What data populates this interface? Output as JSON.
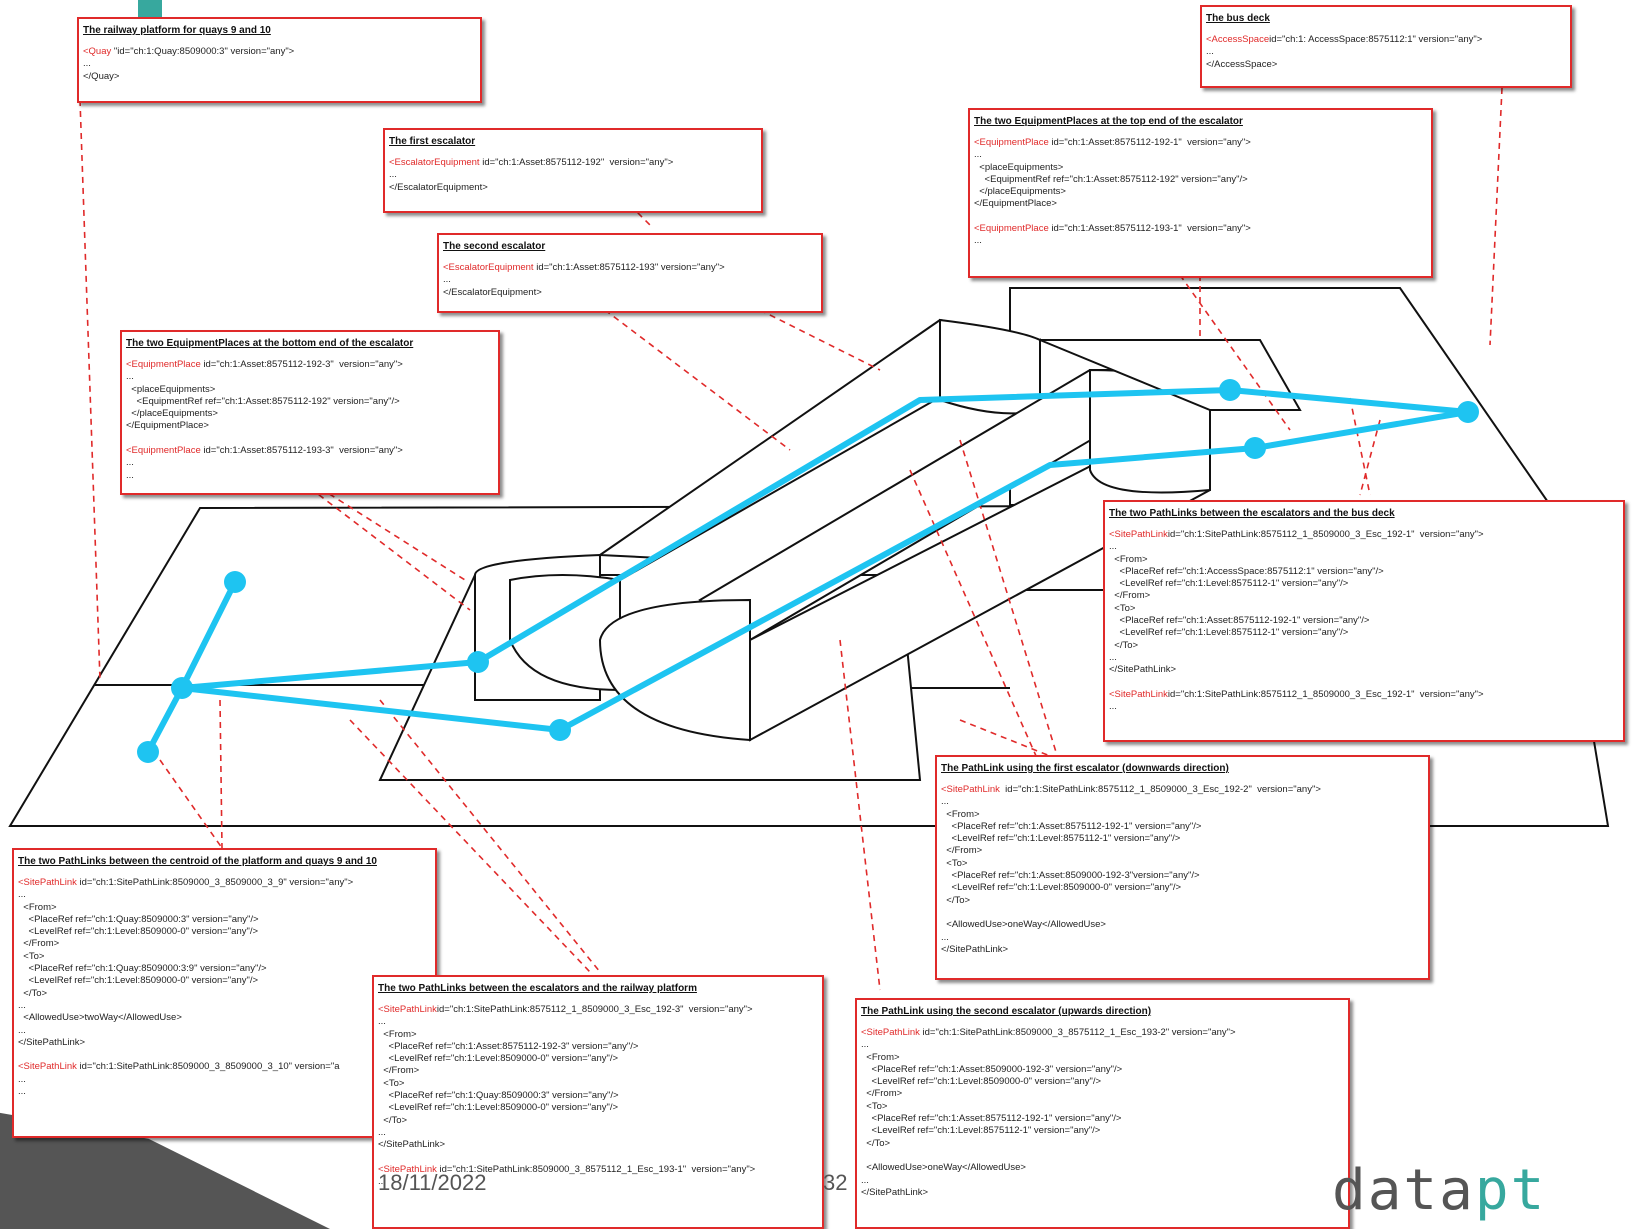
{
  "footer": {
    "date": "18/11/2022",
    "page": "32",
    "logo_main": "data",
    "logo_accent": "pt"
  },
  "colors": {
    "path_line": "#1ec4f1",
    "callout_border": "#e02a2a",
    "keyword": "#e02a2a",
    "teal": "#37a89e"
  },
  "boxes": {
    "quay": {
      "title": "The railway platform for quays 9 and 10",
      "lines": [
        "<Quay \"id=\"ch:1:Quay:8509000:3\" version=\"any\">",
        "...",
        "</Quay>"
      ]
    },
    "busdeck": {
      "title": "The bus deck",
      "lines": [
        "<AccessSpaceid=\"ch:1: AccessSpace:8575112:1\" version=\"any\">",
        "...",
        "</AccessSpace>"
      ]
    },
    "esc1": {
      "title": "The first escalator",
      "lines": [
        "<EscalatorEquipment id=\"ch:1:Asset:8575112-192\"  version=\"any\">",
        "...",
        "</EscalatorEquipment>"
      ]
    },
    "esc2": {
      "title": "The second escalator",
      "lines": [
        "<EscalatorEquipment id=\"ch:1:Asset:8575112-193\" version=\"any\">",
        "...",
        "</EscalatorEquipment>"
      ]
    },
    "eqtop": {
      "title": "The two EquipmentPlaces at the top end of the escalator",
      "lines": [
        "<EquipmentPlace id=\"ch:1:Asset:8575112-192-1\"  version=\"any\">",
        "...",
        "  <placeEquipments>",
        "    <EquipmentRef ref=\"ch:1:Asset:8575112-192\" version=\"any\"/>",
        "  </placeEquipments>",
        "</EquipmentPlace>",
        "",
        "<EquipmentPlace id=\"ch:1:Asset:8575112-193-1\"  version=\"any\">",
        "..."
      ]
    },
    "eqbottom": {
      "title": "The two EquipmentPlaces at the bottom end of the escalator",
      "lines": [
        "<EquipmentPlace id=\"ch:1:Asset:8575112-192-3\"  version=\"any\">",
        "...",
        "  <placeEquipments>",
        "    <EquipmentRef ref=\"ch:1:Asset:8575112-192\" version=\"any\"/>",
        "  </placeEquipments>",
        "</EquipmentPlace>",
        "",
        "<EquipmentPlace id=\"ch:1:Asset:8575112-193-3\"  version=\"any\">",
        "...",
        "..."
      ]
    },
    "pl_busdeck": {
      "title": "The two PathLinks between the escalators and the bus deck",
      "lines": [
        "<SitePathLinkid=\"ch:1:SitePathLink:8575112_1_8509000_3_Esc_192-1\"  version=\"any\">",
        "...",
        "  <From>",
        "    <PlaceRef ref=\"ch:1:AccessSpace:8575112:1\" version=\"any\"/>",
        "    <LevelRef ref=\"ch:1:Level:8575112-1\" version=\"any\"/>",
        "  </From>",
        "  <To>",
        "    <PlaceRef ref=\"ch:1:Asset:8575112-192-1\" version=\"any\"/>",
        "    <LevelRef ref=\"ch:1:Level:8575112-1\" version=\"any\"/>",
        "  </To>",
        "...",
        "</SitePathLink>",
        "",
        "<SitePathLinkid=\"ch:1:SitePathLink:8575112_1_8509000_3_Esc_192-1\"  version=\"any\">",
        "..."
      ]
    },
    "pl_first": {
      "title": "The PathLink using the first escalator (downwards direction)",
      "lines": [
        "<SitePathLink  id=\"ch:1:SitePathLink:8575112_1_8509000_3_Esc_192-2\"  version=\"any\">",
        "...",
        "  <From>",
        "    <PlaceRef ref=\"ch:1:Asset:8575112-192-1\" version=\"any\"/>",
        "    <LevelRef ref=\"ch:1:Level:8575112-1\" version=\"any\"/>",
        "  </From>",
        "  <To>",
        "    <PlaceRef ref=\"ch:1:Asset:8509000-192-3\"version=\"any\"/>",
        "    <LevelRef ref=\"ch:1:Level:8509000-0\" version=\"any\"/>",
        "  </To>",
        "",
        "  <AllowedUse>oneWay</AllowedUse>",
        "...",
        "</SitePathLink>"
      ]
    },
    "pl_platform": {
      "title": "The two PathLinks between the centroid of the platform and quays 9 and 10",
      "lines": [
        "<SitePathLink id=\"ch:1:SitePathLink:8509000_3_8509000_3_9\" version=\"any\">",
        "...",
        "  <From>",
        "    <PlaceRef ref=\"ch:1:Quay:8509000:3\" version=\"any\"/>",
        "    <LevelRef ref=\"ch:1:Level:8509000-0\" version=\"any\"/>",
        "  </From>",
        "  <To>",
        "    <PlaceRef ref=\"ch:1:Quay:8509000:3:9\" version=\"any\"/>",
        "    <LevelRef ref=\"ch:1:Level:8509000-0\" version=\"any\"/>",
        "  </To>",
        "...",
        "  <AllowedUse>twoWay</AllowedUse>",
        "...",
        "</SitePathLink>",
        "",
        "<SitePathLink id=\"ch:1:SitePathLink:8509000_3_8509000_3_10\" version=\"a",
        "...",
        "..."
      ]
    },
    "pl_rail": {
      "title": "The two PathLinks between the escalators and the railway platform",
      "lines": [
        "<SitePathLinkid=\"ch:1:SitePathLink:8575112_1_8509000_3_Esc_192-3\"  version=\"any\">",
        "...",
        "  <From>",
        "    <PlaceRef ref=\"ch:1:Asset:8575112-192-3\" version=\"any\"/>",
        "    <LevelRef ref=\"ch:1:Level:8509000-0\" version=\"any\"/>",
        "  </From>",
        "  <To>",
        "    <PlaceRef ref=\"ch:1:Quay:8509000:3\" version=\"any\"/>",
        "    <LevelRef ref=\"ch:1:Level:8509000-0\" version=\"any\"/>",
        "  </To>",
        "...",
        "</SitePathLink>",
        "",
        "<SitePathLink id=\"ch:1:SitePathLink:8509000_3_8575112_1_Esc_193-1\"  version=\"any\">",
        "..."
      ]
    },
    "pl_second": {
      "title": "The PathLink using the second escalator (upwards direction)",
      "lines": [
        "<SitePathLink id=\"ch:1:SitePathLink:8509000_3_8575112_1_Esc_193-2\" version=\"any\">",
        "...",
        "  <From>",
        "    <PlaceRef ref=\"ch:1:Asset:8509000-192-3\" version=\"any\"/>",
        "    <LevelRef ref=\"ch:1:Level:8509000-0\" version=\"any\"/>",
        "  </From>",
        "  <To>",
        "    <PlaceRef ref=\"ch:1:Asset:8575112-192-1\" version=\"any\"/>",
        "    <LevelRef ref=\"ch:1:Level:8575112-1\" version=\"any\"/>",
        "  </To>",
        "",
        "  <AllowedUse>oneWay</AllowedUse>",
        "...",
        "</SitePathLink>"
      ]
    }
  }
}
